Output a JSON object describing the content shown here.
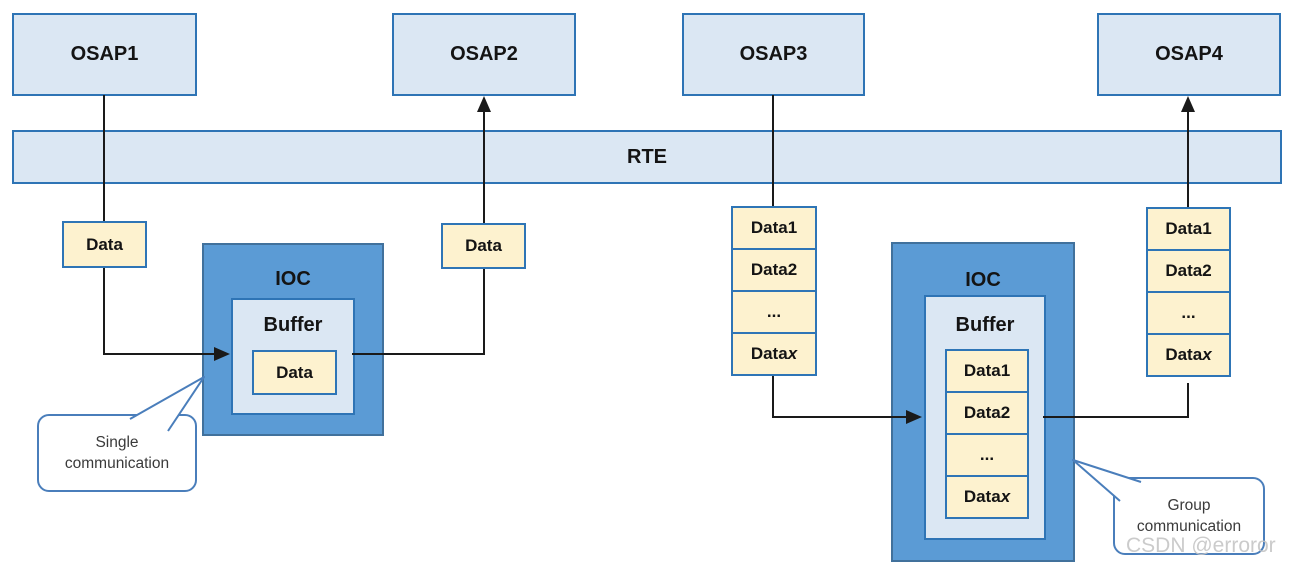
{
  "nodes": {
    "osap1": "OSAP1",
    "osap2": "OSAP2",
    "osap3": "OSAP3",
    "osap4": "OSAP4",
    "rte": "RTE"
  },
  "single": {
    "source_data": "Data",
    "ioc": "IOC",
    "buffer": "Buffer",
    "buffer_data": "Data",
    "dest_data": "Data",
    "callout_line1": "Single",
    "callout_line2": "communication"
  },
  "group": {
    "ioc": "IOC",
    "buffer": "Buffer",
    "stack": {
      "items": [
        "Data1",
        "Data2",
        "..."
      ],
      "last_base": "Data",
      "last_suffix": "x"
    },
    "callout_line1": "Group",
    "callout_line2": "communication"
  },
  "watermark": "CSDN @erroror",
  "colors": {
    "node_fill": "#dbe7f3",
    "node_border": "#2e74b5",
    "ioc_fill": "#5b9bd5",
    "ioc_border": "#41719c",
    "data_fill": "#fdf2cf",
    "connector": "#1a1a1a",
    "callout_border": "#4a7ebb"
  }
}
